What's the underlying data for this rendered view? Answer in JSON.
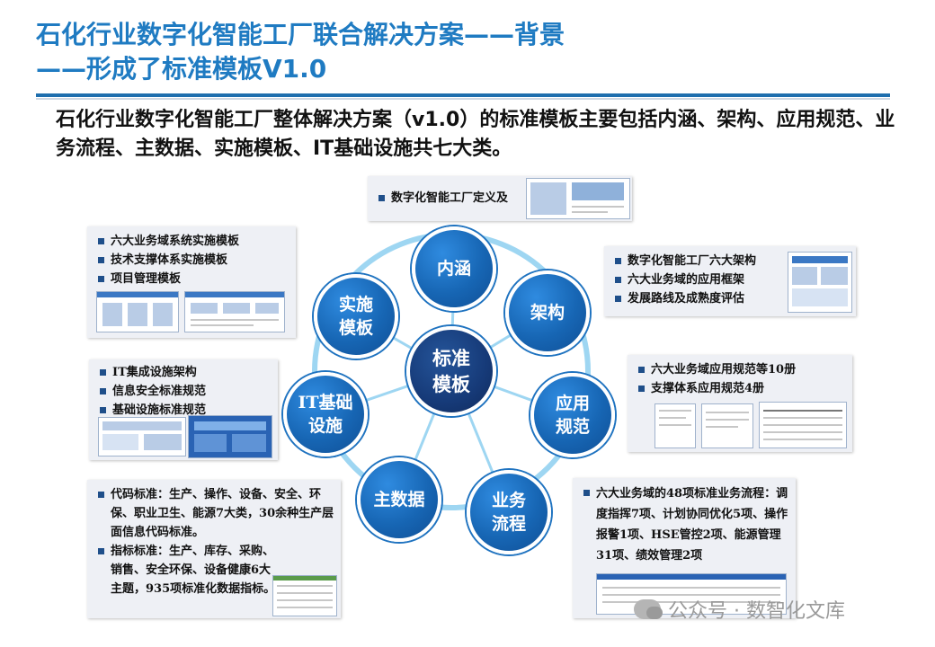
{
  "title_line1": "石化行业数字化智能工厂联合解决方案——背景",
  "title_line2": "——形成了标准模板V1.0",
  "intro": "石化行业数字化智能工厂整体解决方案（v1.0）的标准模板主要包括内涵、架构、应用规范、业务流程、主数据、实施模板、IT基础设施共七大类。",
  "center": "标准\n模板",
  "nodes": {
    "neihan": "内涵",
    "jiagou": "架构",
    "yingyong": "应用\n规范",
    "yewu": "业务\n流程",
    "zhushuju": "主数据",
    "it": "IT基础\n设施",
    "shishi": "实施\n模板"
  },
  "panels": {
    "neihan": [
      "数字化智能工厂定义及"
    ],
    "jiagou": [
      "数字化智能工厂六大架构",
      "六大业务域的应用框架",
      "发展路线及成熟度评估"
    ],
    "yingyong": [
      "六大业务域应用规范等10册",
      "支撑体系应用规范4册"
    ],
    "yewu": [
      "六大业务域的48项标准业务流程：调度指挥7项、计划协同优化5项、操作报警1项、HSE管控2项、能源管理31项、绩效管理2项"
    ],
    "zhushuju": [
      "代码标准：生产、操作、设备、安全、环保、职业卫生、能源7大类，30余种生产层面信息代码标准。",
      "指标标准：生产、库存、采购、销售、安全环保、设备健康6大主题，935项标准化数据指标。"
    ],
    "it": [
      "IT集成设施架构",
      "信息安全标准规范",
      "基础设施标准规范"
    ],
    "shishi": [
      "六大业务域系统实施模板",
      "技术支撑体系实施模板",
      "项目管理模板"
    ]
  },
  "watermark": "公众号 · 数智化文库",
  "colors": {
    "title": "#1f7bc2",
    "node": "#1766b4",
    "center": "#163a78",
    "panel_bg": "#eef0f5"
  }
}
